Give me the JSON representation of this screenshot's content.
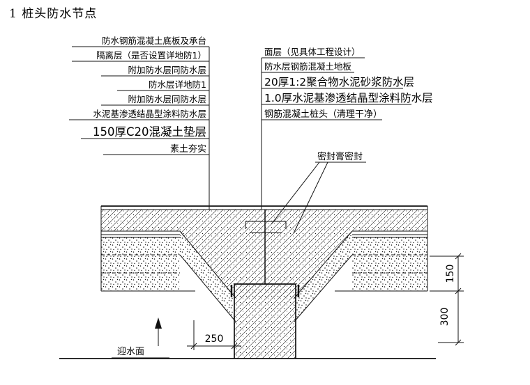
{
  "page": {
    "title": "1 桩头防水节点"
  },
  "callouts_left": [
    "防水钢筋混凝土底板及承台",
    "隔离层（是否设置详地防1）",
    "附加防水层同防水层",
    "防水层详地防1",
    "附加防水层同防水层",
    "水泥基渗透结晶型涂料防水层",
    "150厚C20混凝土垫层",
    "素土夯实"
  ],
  "callouts_right": [
    "面层（见具体工程设计）",
    "防水层钢筋混凝土地板",
    "20厚1:2聚合物水泥砂浆防水层",
    "1.0厚水泥基渗透结晶型涂料防水层",
    "钢筋混凝土桩头（清理干净）"
  ],
  "sealant_label": "密封膏密封",
  "dimensions": {
    "pile_offset": "250",
    "cushion_thickness": "150",
    "pile_embed_depth": "300"
  },
  "water_face_label": "迎水面"
}
